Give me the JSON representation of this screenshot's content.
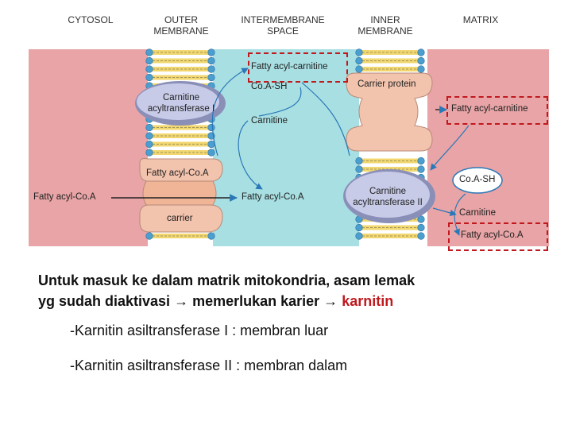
{
  "headers": {
    "cytosol": "CYTOSOL",
    "outer_membrane": "OUTER\nMEMBRANE",
    "intermembrane_space": "INTERMEMBRANE\nSPACE",
    "inner_membrane": "INNER\nMEMBRANE",
    "matrix": "MATRIX"
  },
  "labels": {
    "fatty_acyl_carnitine_ims": "Fatty acyl-carnitine",
    "coa_sh_ims": "Co.A-SH",
    "carnitine_ims": "Carnitine",
    "cat1": "Carnitine\nacyltransferase I",
    "carrier_protein": "Carrier protein",
    "fatty_acyl_carnitine_matrix": "Fatty acyl-carnitine",
    "fatty_acyl_coa_outer": "Fatty acyl-Co.A",
    "fatty_acyl_coa_cytosol": "Fatty acyl-Co.A",
    "fatty_acyl_coa_ims": "Fatty acyl-Co.A",
    "carrier": "carrier",
    "cat2": "Carnitine\nacyltransferase II",
    "coa_sh_matrix": "Co.A-SH",
    "carnitine_matrix": "Carnitine",
    "fatty_acyl_coa_matrix": "Fatty acyl-Co.A"
  },
  "caption": {
    "line1": "Untuk masuk ke dalam matrik mitokondria, asam lemak",
    "line2_a": "yg sudah diaktivasi ",
    "arrow": "→",
    "line2_b": " memerlukan karier ",
    "line2_c": "karnitin"
  },
  "bullets": [
    {
      "prefix": "-",
      "name": "Karnitin asiltransferase I",
      "rest": " : membran luar"
    },
    {
      "prefix": "-",
      "name": "Karnitin asiltransferase II",
      "rest": " : membran dalam"
    }
  ],
  "colors": {
    "cytosol": "#e8a4a6",
    "intermembrane": "#a8dfe2",
    "matrix": "#e8a4a6",
    "protein": "#f2c3ad",
    "enzyme": "#b4b9d8",
    "highlight": "#c0191e",
    "lipid_head": "#4a9ed0",
    "lipid_tail": "#f1d76e"
  }
}
